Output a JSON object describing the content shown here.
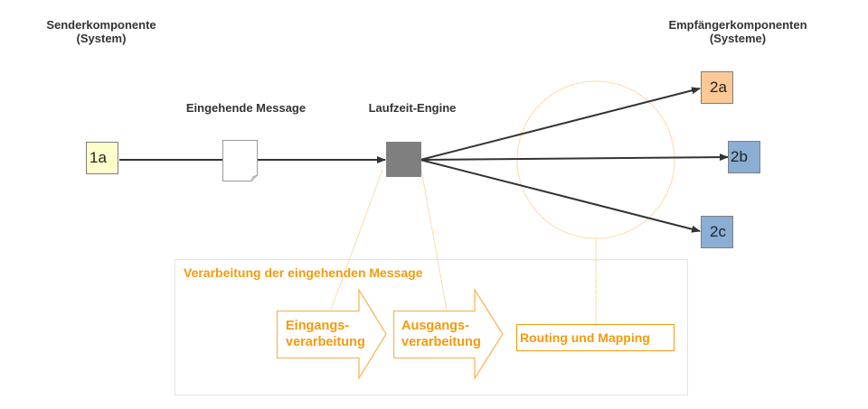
{
  "sender": {
    "title": "Senderkomponente\n(System)",
    "box": "1a",
    "color": "#ffffcc"
  },
  "message": {
    "title": "Eingehende Message"
  },
  "engine": {
    "title": "Laufzeit-Engine",
    "color": "#7f7f7f"
  },
  "receivers": {
    "title": "Empfängerkomponenten\n(Systeme)",
    "boxes": [
      {
        "label": "2a",
        "color": "#fcc896"
      },
      {
        "label": "2b",
        "color": "#8aaed4"
      },
      {
        "label": "2c",
        "color": "#8aaed4"
      }
    ]
  },
  "processing": {
    "title": "Verarbeitung der eingehenden Message",
    "steps": [
      "Eingangs-\nverarbeitung",
      "Ausgangs-\nverarbeitung"
    ],
    "routing": "Routing und Mapping",
    "accent": "#f59a0c"
  }
}
